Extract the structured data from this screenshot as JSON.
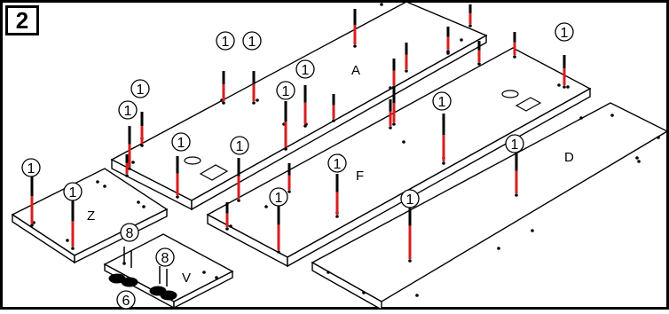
{
  "step": {
    "number": "2"
  },
  "panels": [
    {
      "id": "A",
      "label": "A"
    },
    {
      "id": "F",
      "label": "F"
    },
    {
      "id": "D",
      "label": "D"
    },
    {
      "id": "Z",
      "label": "Z"
    },
    {
      "id": "V",
      "label": "V"
    }
  ],
  "callouts": {
    "dowel": "1",
    "cam_bolt": "8",
    "cam_lock": "6"
  },
  "colors": {
    "line": "#000000",
    "dowel": "#d81e1e",
    "background": "#ffffff"
  }
}
